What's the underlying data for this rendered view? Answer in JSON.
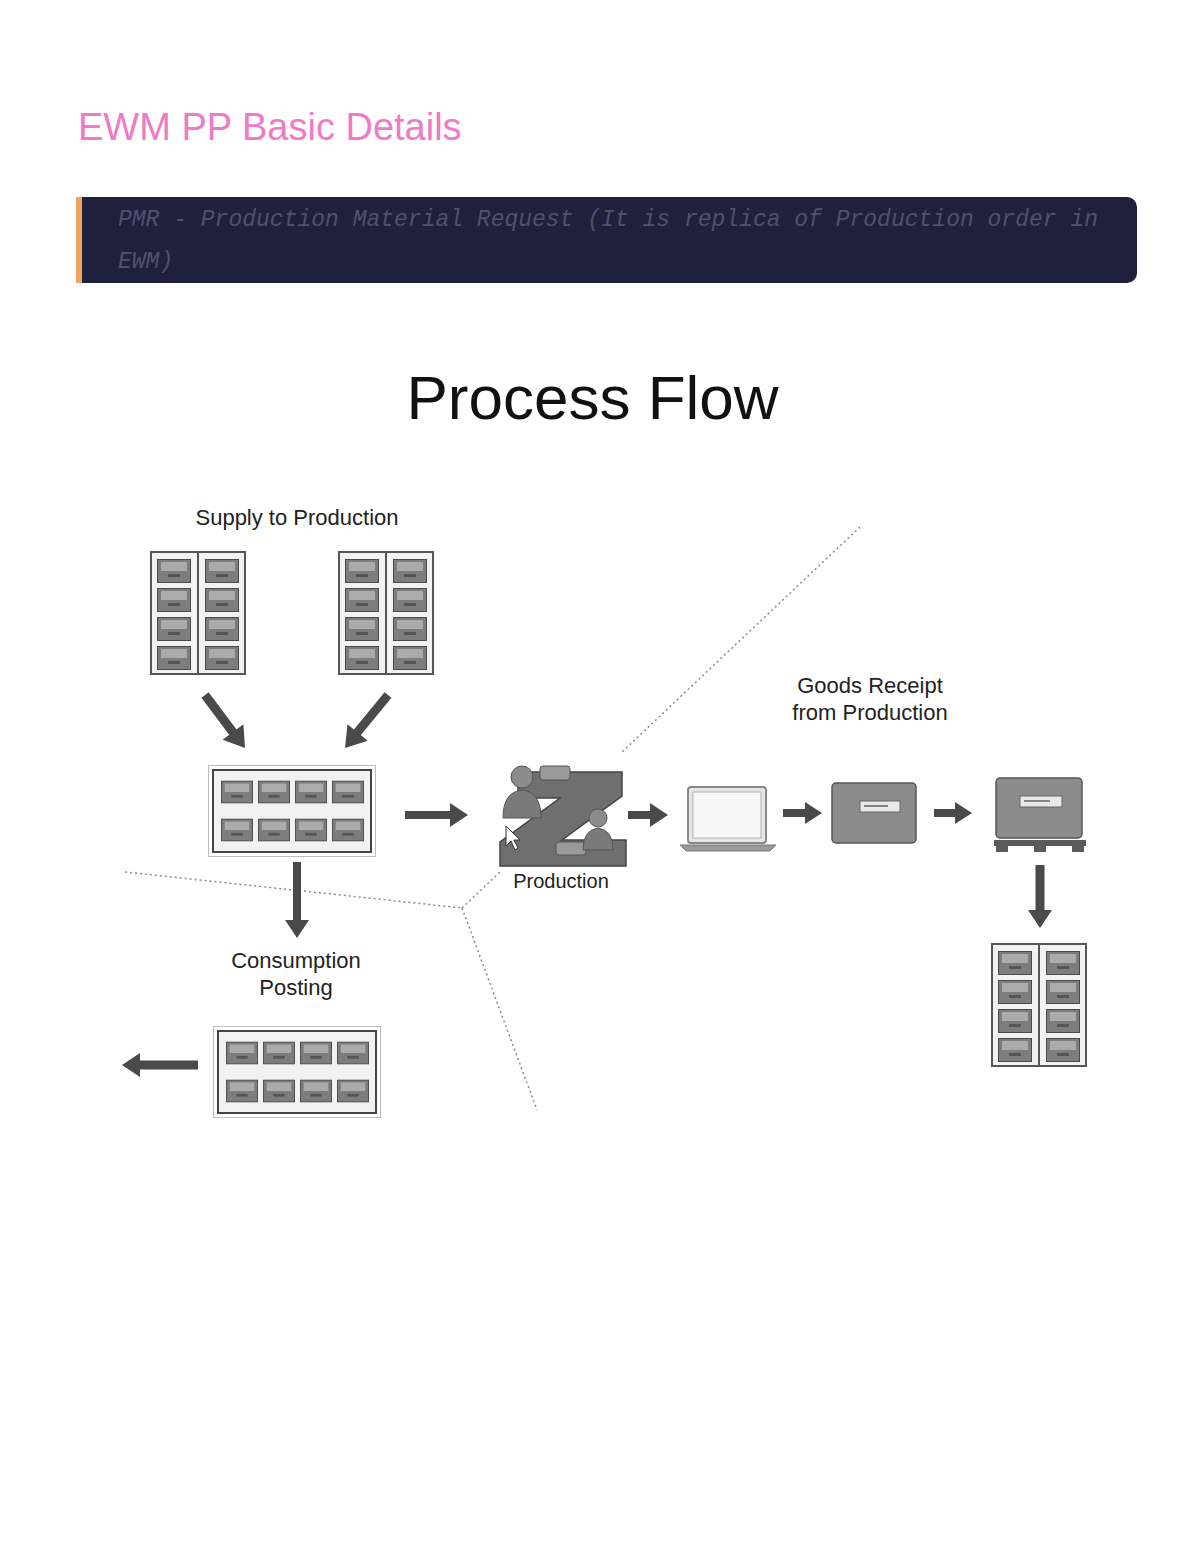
{
  "diagram": {
    "title": "EWM PP Basic Details",
    "nodes": [
      {
        "text": [
          "PMR - Production Material Request (It is replica of Production order in EWM)"
        ]
      },
      {
        "text": [
          "Supply to Production"
        ]
      },
      {
        "text": [
          "Production"
        ]
      },
      {
        "text": [
          "Goods Receipt from Production"
        ]
      },
      {
        "text": [
          "Consumption Posting"
        ]
      }
    ],
    "edges": [
      {
        "from": 1,
        "to": 2,
        "arrow": "to"
      },
      {
        "from": 1,
        "to": 4,
        "arrow": "to"
      },
      {
        "from": 2,
        "to": 3,
        "arrow": "to"
      }
    ],
    "labels": [
      "Process Flow"
    ]
  }
}
